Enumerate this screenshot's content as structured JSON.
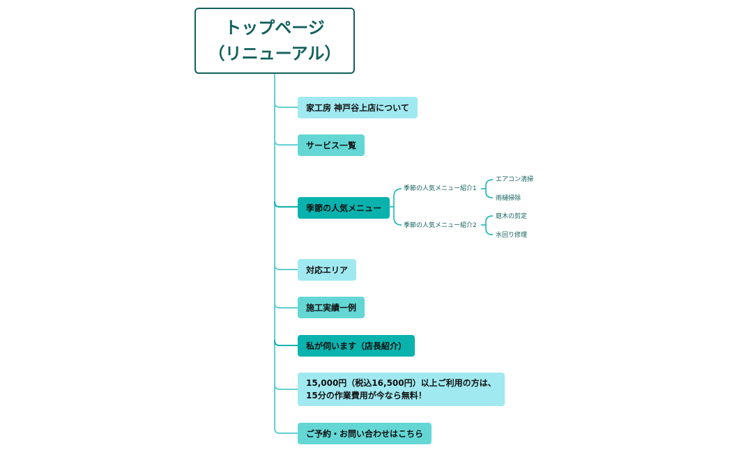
{
  "colors": {
    "connector": "#62d0d3",
    "sub_connector": "#0ab2ad",
    "root_border": "#12605c",
    "node_light": "#a0e9f0",
    "node_mid": "#64d7d5",
    "node_dark": "#0ab2ad"
  },
  "root": {
    "line1": "トップページ",
    "line2": "（リニューアル）"
  },
  "branches": [
    {
      "label": "家工房 神戸谷上店について"
    },
    {
      "label": "サービス一覧"
    },
    {
      "label": "季節の人気メニュー",
      "children": [
        {
          "label": "季節の人気メニュー紹介1",
          "children": [
            "エアコン清掃",
            "雨樋掃除"
          ]
        },
        {
          "label": "季節の人気メニュー紹介2",
          "children": [
            "庭木の剪定",
            "水回り修理"
          ]
        }
      ]
    },
    {
      "label": "対応エリア"
    },
    {
      "label": "施工実績一例"
    },
    {
      "label": "私が伺います（店長紹介）"
    },
    {
      "label_line1": "15,000円（税込16,500円）以上ご利用の方は、",
      "label_line2": "15分の作業費用が今なら無料！"
    },
    {
      "label": "ご予約・お問い合わせはこちら"
    }
  ]
}
